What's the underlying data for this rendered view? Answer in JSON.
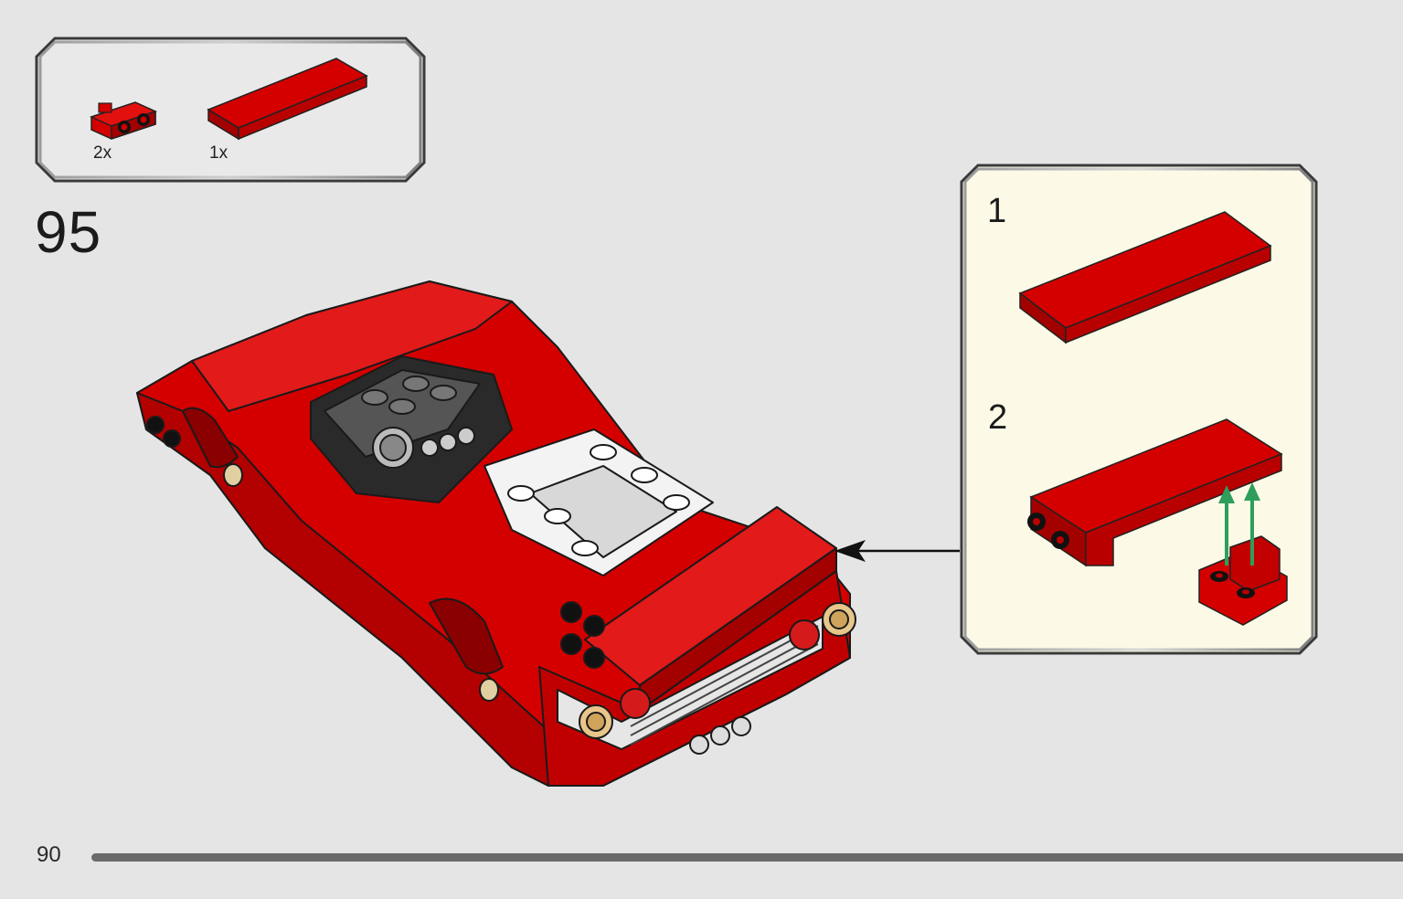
{
  "parts_callout": {
    "parts": [
      {
        "icon": "red-bracket-1x2-icon",
        "quantity": "2x"
      },
      {
        "icon": "red-tile-2x6-icon",
        "quantity": "1x"
      }
    ]
  },
  "step": {
    "number": "95"
  },
  "sub_steps": [
    {
      "number": "1",
      "icon": "red-tile-icon"
    },
    {
      "number": "2",
      "icon": "tile-with-brackets-icon"
    }
  ],
  "footer": {
    "page_number": "90",
    "progress": 0.9
  },
  "colors": {
    "brick_red": "#d40000",
    "brick_red_dark": "#a30000",
    "callout_bg": "#e9e9e9",
    "subcallout_bg": "#fcfae6",
    "arrow_green": "#2e9e5c",
    "background": "#e5e5e5"
  }
}
